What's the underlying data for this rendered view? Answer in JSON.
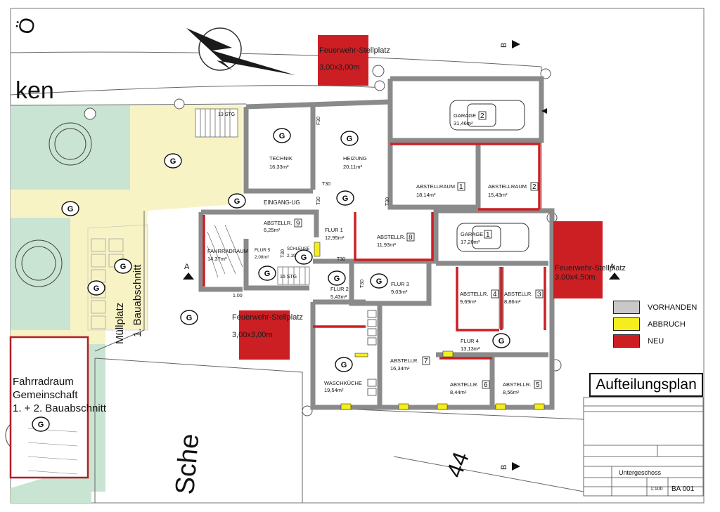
{
  "labels": {
    "street_top": "ken",
    "street_top2": "Ö",
    "street_bottom": "Sche",
    "house_number": "44",
    "stairs_top": "13 STG",
    "stairs_inner": "16 STG",
    "mullplatz": "Müllplatz",
    "bauabschnitt1": "1. Bauabschnitt",
    "fahrradraum_big": [
      "Fahrradraum",
      "Gemeinschaft",
      "1. + 2. Bauabschnitt"
    ],
    "eingang": "EINGANG-UG",
    "g_marker": "G",
    "section_a": "A",
    "section_b": "B",
    "dim_100": "1.00"
  },
  "rooms": [
    {
      "name": "TECHNIK",
      "area": "16,33m²"
    },
    {
      "name": "HEIZUNG",
      "area": "20,11m²"
    },
    {
      "name": "GARAGE",
      "num": "2",
      "area": "31,46m²"
    },
    {
      "name": "ABSTELLRAUM",
      "num": "1",
      "area": "18,14m²"
    },
    {
      "name": "ABSTELLRAUM",
      "num": "2",
      "area": "15,43m²"
    },
    {
      "name": "ABSTELLR.",
      "num": "9",
      "area": "6,25m²"
    },
    {
      "name": "FLUR 1",
      "area": "12,95m²"
    },
    {
      "name": "ABSTELLR.",
      "num": "8",
      "area": "11,93m²"
    },
    {
      "name": "GARAGE",
      "num": "1",
      "area": "17,20m²"
    },
    {
      "name": "FAHRRADRAUM",
      "area": "14,37m²"
    },
    {
      "name": "FLUR 5",
      "area": "2,08m²"
    },
    {
      "name": "SCHLEUSE",
      "area": "2,19m²"
    },
    {
      "name": "FLUR 2",
      "area": "5,43m²"
    },
    {
      "name": "FLUR 3",
      "area": "9,03m²"
    },
    {
      "name": "ABSTELLR.",
      "num": "4",
      "area": "9,69m²"
    },
    {
      "name": "ABSTELLR.",
      "num": "3",
      "area": "8,86m²"
    },
    {
      "name": "FLUR 4",
      "area": "13,13m²"
    },
    {
      "name": "ABSTELLR.",
      "num": "7",
      "area": "16,34m²"
    },
    {
      "name": "WASCHKÜCHE",
      "area": "19,54m²"
    },
    {
      "name": "ABSTELLR.",
      "num": "6",
      "area": "8,44m²"
    },
    {
      "name": "ABSTELLR.",
      "num": "5",
      "area": "8,56m²"
    }
  ],
  "doors": [
    "T30",
    "F30"
  ],
  "fire_spots": [
    {
      "label": "Feuerwehr-\nStellplatz",
      "size": "3,00x3,00m"
    },
    {
      "label": "Feuerwehr-\nStellplatz",
      "size": "3,00x4,50m"
    },
    {
      "label": "Feuerwehr-\nStellplatz",
      "size": "3,00x3,00m"
    }
  ],
  "legend": [
    {
      "label": "VORHANDEN",
      "color": "#c8c8c8"
    },
    {
      "label": "ABBRUCH",
      "color": "#f5ee1c"
    },
    {
      "label": "NEU",
      "color": "#cc1f24"
    }
  ],
  "titleblock": {
    "title": "Aufteilungsplan",
    "plan": "Untergeschoss",
    "scale": "1:100",
    "number": "BA 001"
  },
  "colors": {
    "green_area": "#c9e4d3",
    "yellow_area": "#f8f3c5",
    "new_red": "#cc1f24",
    "existing_grey": "#c8c8c8"
  }
}
